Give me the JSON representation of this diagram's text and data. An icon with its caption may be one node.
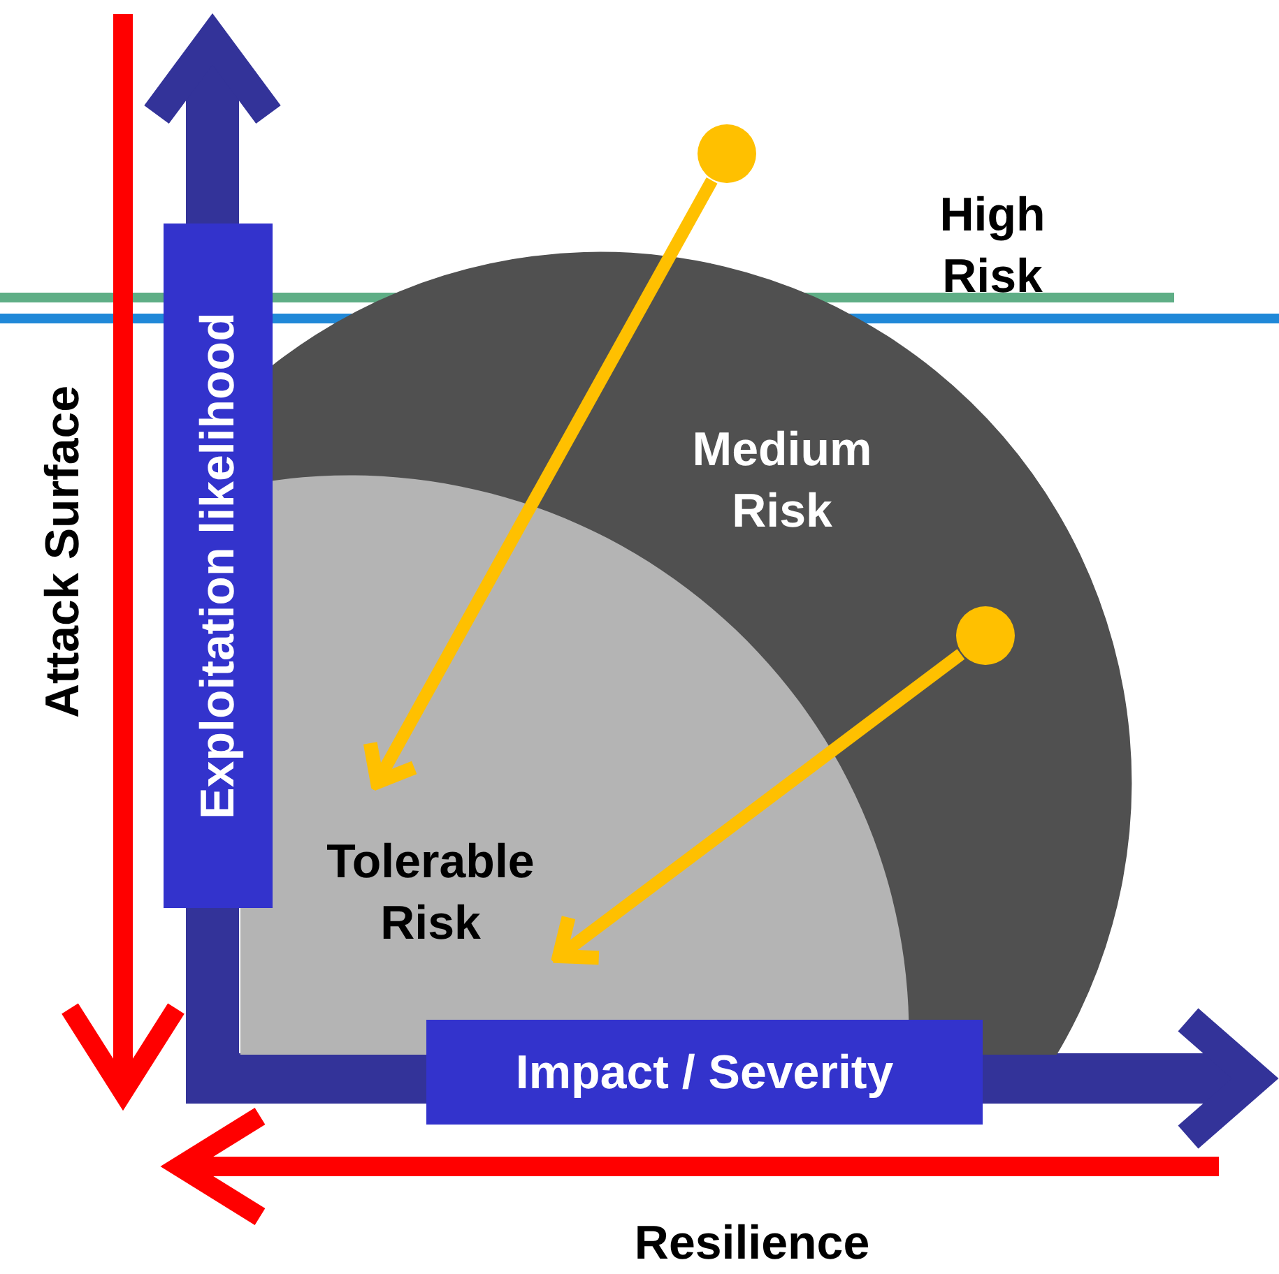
{
  "diagram": {
    "nodes": [
      {
        "text": [
          "Medium Risk"
        ]
      },
      {
        "text": [
          "Tolerable Risk"
        ],
        "in": 0
      },
      {
        "text": [
          "Exploitation likelihood"
        ]
      },
      {
        "text": [
          "Impact / Severity"
        ]
      },
      {
        "text": [],
        "shape": "circle"
      },
      {
        "text": [],
        "shape": "circle",
        "in": 0
      }
    ],
    "edges": [
      {
        "from": 4,
        "to": 1,
        "arrow": "to"
      },
      {
        "from": 5,
        "to": 1,
        "arrow": "to"
      }
    ],
    "labels": [
      "High Risk",
      "Attack Surface",
      "Resilience"
    ]
  }
}
